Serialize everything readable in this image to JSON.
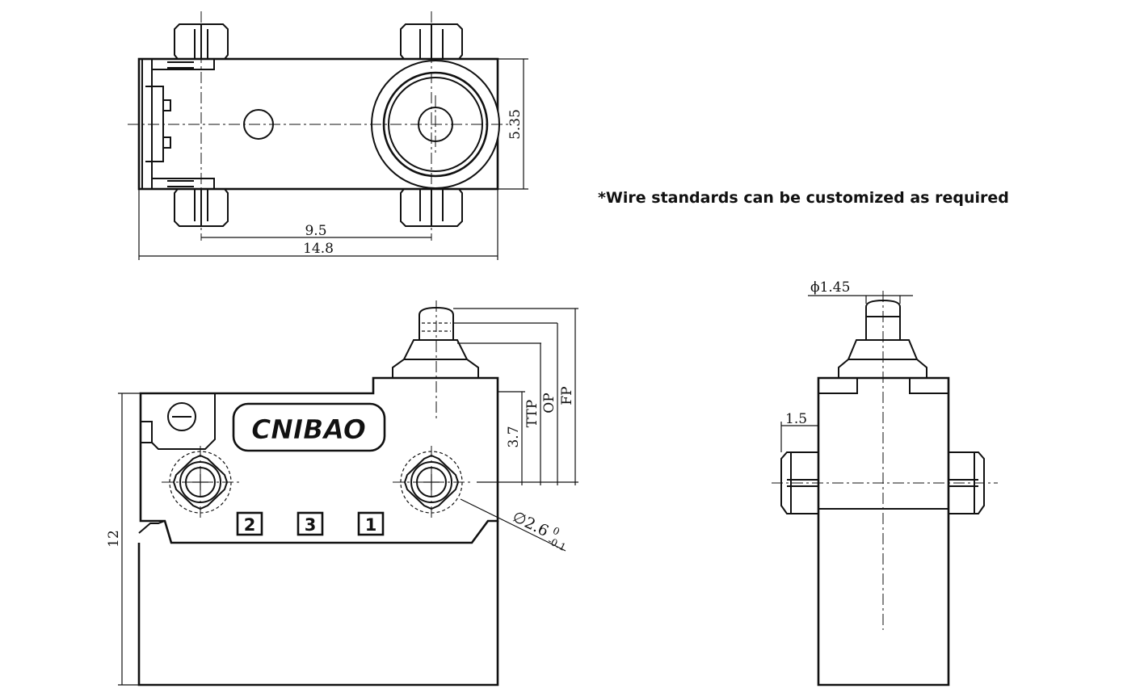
{
  "note": "*Wire standards can be customized as required",
  "brand": "CNIBAO",
  "terminals": [
    "2",
    "3",
    "1"
  ],
  "dimensions": {
    "top_view": {
      "height": "5.35",
      "pin_spacing": "9.5",
      "length": "14.8"
    },
    "front_view": {
      "ttp": "TTP",
      "op": "OP",
      "fp": "FP",
      "mount_height": "3.7",
      "total_height": "12",
      "hole_dia": "∅2.6",
      "hole_tol_upper": "0",
      "hole_tol_lower": "-0.1"
    },
    "side_view": {
      "plunger_dia": "ϕ1.45",
      "terminal_offset": "1.5"
    }
  }
}
